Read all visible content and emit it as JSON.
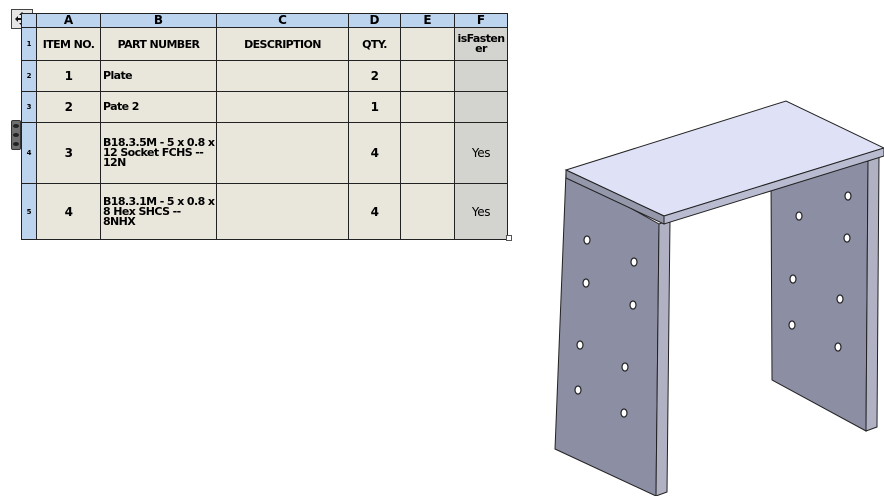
{
  "bom_table": {
    "column_letters": [
      "A",
      "B",
      "C",
      "D",
      "E",
      "F"
    ],
    "row_numbers": [
      "1",
      "2",
      "3",
      "4",
      "5"
    ],
    "header": {
      "item_no": "ITEM NO.",
      "part_number": "PART NUMBER",
      "description": "DESCRIPTION",
      "qty": "QTY.",
      "extra": "",
      "is_fastener_line1": "isFasten",
      "is_fastener_line2": "er"
    },
    "rows": [
      {
        "item_no": "1",
        "part_number_lines": [
          "Plate"
        ],
        "description": "",
        "qty": "2",
        "extra": "",
        "is_fastener": ""
      },
      {
        "item_no": "2",
        "part_number_lines": [
          "Pate 2"
        ],
        "description": "",
        "qty": "1",
        "extra": "",
        "is_fastener": ""
      },
      {
        "item_no": "3",
        "part_number_lines": [
          "B18.3.5M - 5 x 0.8 x",
          "12 Socket FCHS  --",
          "12N"
        ],
        "description": "",
        "qty": "4",
        "extra": "",
        "is_fastener": "Yes"
      },
      {
        "item_no": "4",
        "part_number_lines": [
          "B18.3.1M - 5 x 0.8 x",
          "8 Hex SHCS --",
          "8NHX"
        ],
        "description": "",
        "qty": "4",
        "extra": "",
        "is_fastener": "Yes"
      }
    ]
  },
  "icons": {
    "move": "move-arrows-icon",
    "row_handle": "row-grip-icon",
    "resize": "resize-handle-icon"
  },
  "colors": {
    "header_blue": "#bcd4ee",
    "cell_beige": "#e9e7dc",
    "cell_grey": "#d3d3d0",
    "top_plate": "#dfe2f6",
    "leg_face": "#8c8ea4"
  }
}
